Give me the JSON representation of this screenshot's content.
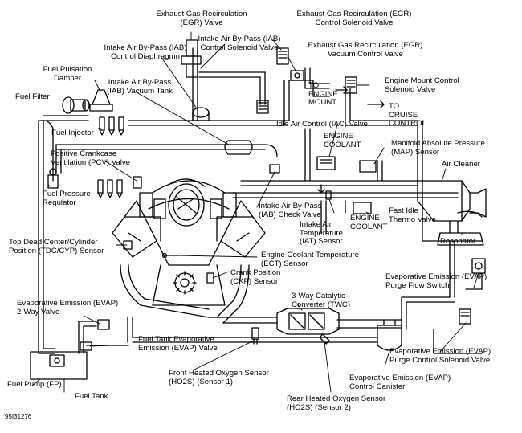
{
  "diagram": {
    "labels": {
      "egr_valve": "Exhaust Gas Recirculation\n(EGR) Valve",
      "iab_control_solenoid": "Intake Air By-Pass (IAB)\nControl Solenoid Valve",
      "egr_control_solenoid": "Exhaust Gas Recirculation (EGR)\nControl Solenoid Valve",
      "egr_vacuum_control": "Exhaust Gas Recirculation (EGR)\nVacuum Control Valve",
      "fuel_pulsation_damper": "Fuel Pulsation\nDamper",
      "iab_control_diaphragm": "Intake Air By-Pass (IAB)\nControl Diaphragmn",
      "iab_vacuum_tank": "Intake Air By-Pass\n(IAB) Vacuum Tank",
      "fuel_filter": "Fuel Filter",
      "to_engine_mount": "TO\nENGINE\nMOUNT",
      "engine_mount_solenoid": "Engine Mount Control\nSolenoid Valve",
      "to_cruise_control": "TO\nCRUISE\nCONTROL",
      "fuel_injector": "Fuel Injector",
      "iac_valve": "Idle Air Control (IAC) Valve",
      "engine_coolant_top": "ENGINE\nCOOLANT",
      "map_sensor": "Manifold Absolute Pressure\n(MAP) Sensor",
      "pcv_valve": "Positive Crankcase\nVentilation (PCV) Valve",
      "air_cleaner": "Air Cleaner",
      "fuel_pressure_regulator": "Fuel Pressure\nRegulator",
      "iab_check_valve": "Intake Air By-Pass\n(IAB) Check Valve",
      "fast_idle_thermo": "Fast Idle\nThermo Valve",
      "engine_coolant_bottom": "ENGINE\nCOOLANT",
      "iat_sensor": "Intake Air\nTemperature\n(IAT) Sensor",
      "resonator": "Resonator",
      "tdc_cyp_sensor": "Top Dead Center/Cylinder\nPosition (TDC/CYP) Sensor",
      "ect_sensor": "Engine Coolant Temperature\n(ECT) Sensor",
      "ckp_sensor": "Crank Position\n(CKP) Sensor",
      "evap_purge_flow_switch": "Evaporative Emission (EVAP)\nPurge Flow Switch",
      "evap_2way_valve": "Evaporative Emission (EVAP)\n2-Way Valve",
      "twc": "3-Way Catalytic\nConverter (TWC)",
      "fuel_tank_evap_valve": "Fuel Tank Evaporative\nEmission (EVAP) Valve",
      "evap_purge_control_solenoid": "Evaporative Emission (EVAP)\nPurge Control Solenoid Valve",
      "fuel_pump": "Fuel Pump (FP)",
      "front_ho2s": "Front Heated Oxygen Sensor\n(HO2S) (Sensor 1)",
      "evap_control_canister": "Evaporative Emission (EVAP)\nControl Canister",
      "fuel_tank": "Fuel Tank",
      "rear_ho2s": "Rear Heated Oxygen Sensor\n(HO2S) (Sensor 2)",
      "figure_code": "95I31276"
    }
  }
}
